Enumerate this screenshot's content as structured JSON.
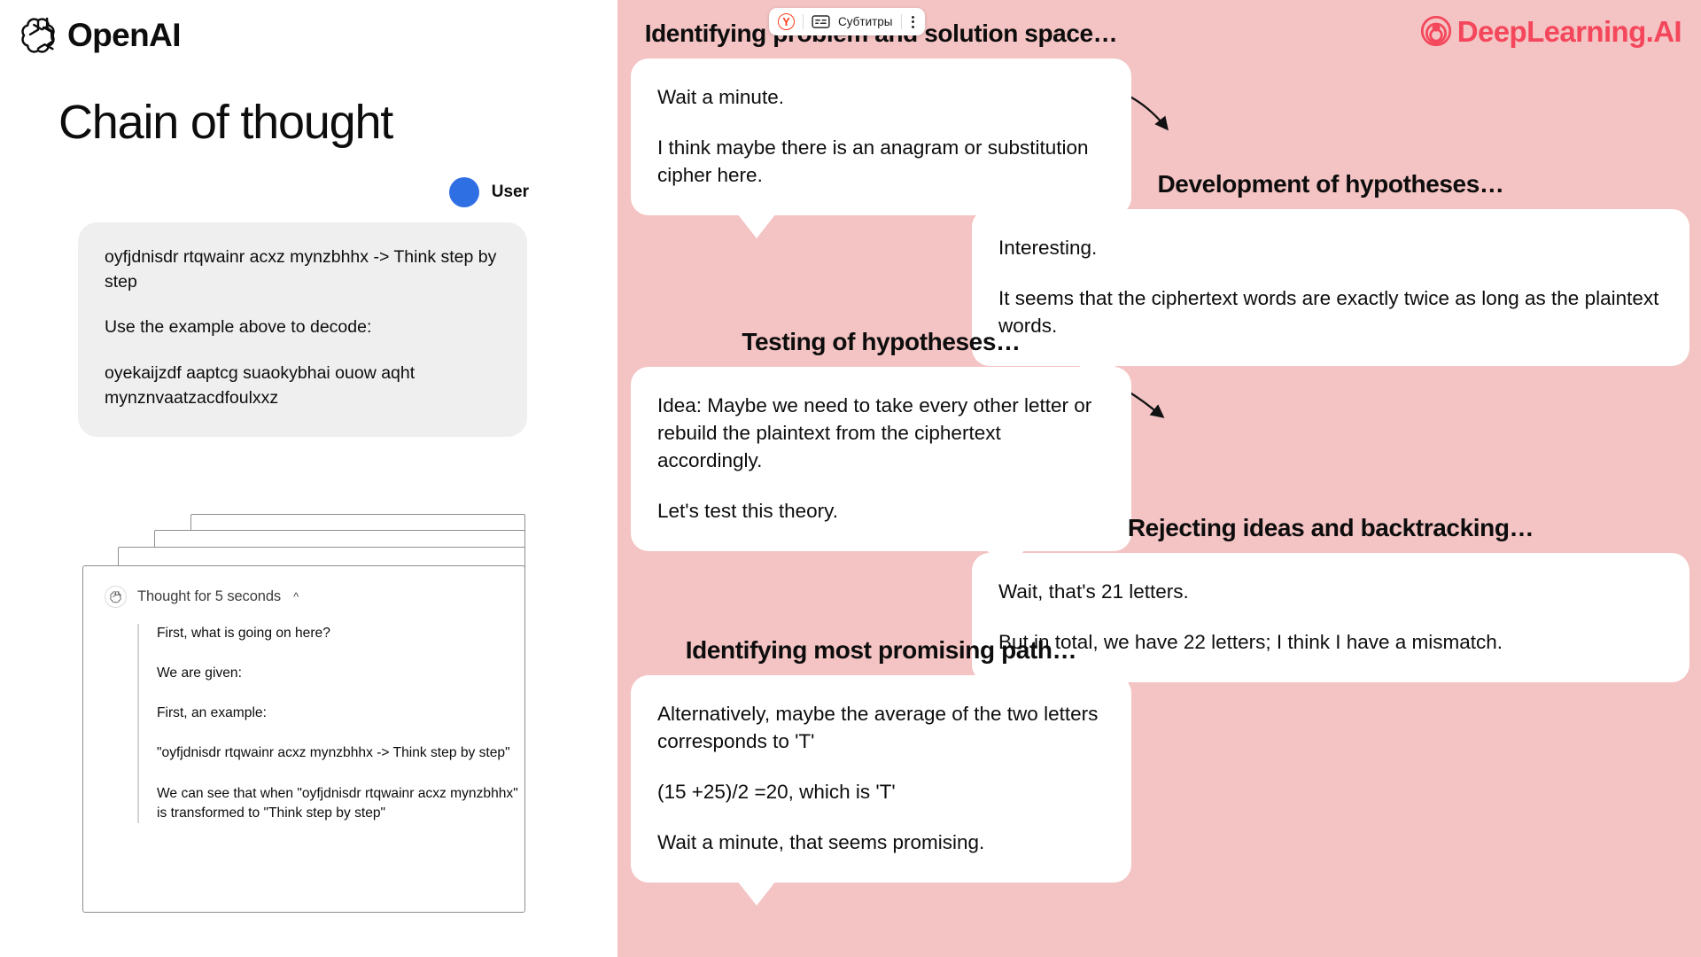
{
  "slide": {
    "brand_name": "OpenAI",
    "brand_icon": "openai-logo-icon",
    "title": "Chain of thought",
    "user_label": "User",
    "prompt_paragraphs": [
      "oyfjdnisdr rtqwainr acxz mynzbhhx -> Think step by step",
      "Use the example above to decode:",
      "oyekaijzdf aaptcg suaokybhai ouow aqht mynznvaatzacdfoulxxz"
    ],
    "thought": {
      "header_label": "Thought for 5 seconds",
      "collapse_icon": "chevron-up-icon",
      "logo_icon": "openai-logo-icon",
      "paragraphs": [
        "First, what is going on here?",
        "We are given:",
        "First, an example:",
        "\"oyfjdnisdr rtqwainr acxz mynzbhhx -> Think step by step\"",
        "We can see that when \"oyfjdnisdr rtqwainr acxz mynzbhhx\" is transformed to \"Think step by step\""
      ]
    }
  },
  "board": {
    "background_color": "#f4c3c3",
    "logo": {
      "text": "DeepLearning.AI",
      "icon": "deeplearning-ai-logo-icon",
      "color": "#f4475b"
    },
    "nodes": [
      {
        "id": "identify",
        "title": "Identifying problem and solution space…",
        "paragraphs": [
          "Wait a minute.",
          "I think maybe there is an anagram or substitution cipher here."
        ]
      },
      {
        "id": "development",
        "title": "Development of hypotheses…",
        "paragraphs": [
          "Interesting.",
          "It seems that the ciphertext words are exactly twice as long as the plaintext words."
        ]
      },
      {
        "id": "testing",
        "title": "Testing of hypotheses…",
        "paragraphs": [
          "Idea: Maybe we need to take every other letter or rebuild the plaintext from the ciphertext accordingly.",
          "Let's test this theory."
        ]
      },
      {
        "id": "rejecting",
        "title": "Rejecting ideas and backtracking…",
        "paragraphs": [
          "Wait, that's 21 letters.",
          "But in total, we have 22 letters; I think I have a mismatch."
        ]
      },
      {
        "id": "promising",
        "title": "Identifying most promising path…",
        "paragraphs": [
          "Alternatively, maybe the average of the two letters corresponds to 'T'",
          "(15 +25)/2 =20, which is 'T'",
          "Wait a minute, that seems promising."
        ]
      }
    ]
  },
  "subtitle_overlay": {
    "brand_icon": "yandex-logo-icon",
    "brand_letter": "Y",
    "captions_icon": "closed-captions-icon",
    "label": "Субтитры",
    "menu_icon": "kebab-menu-icon"
  }
}
